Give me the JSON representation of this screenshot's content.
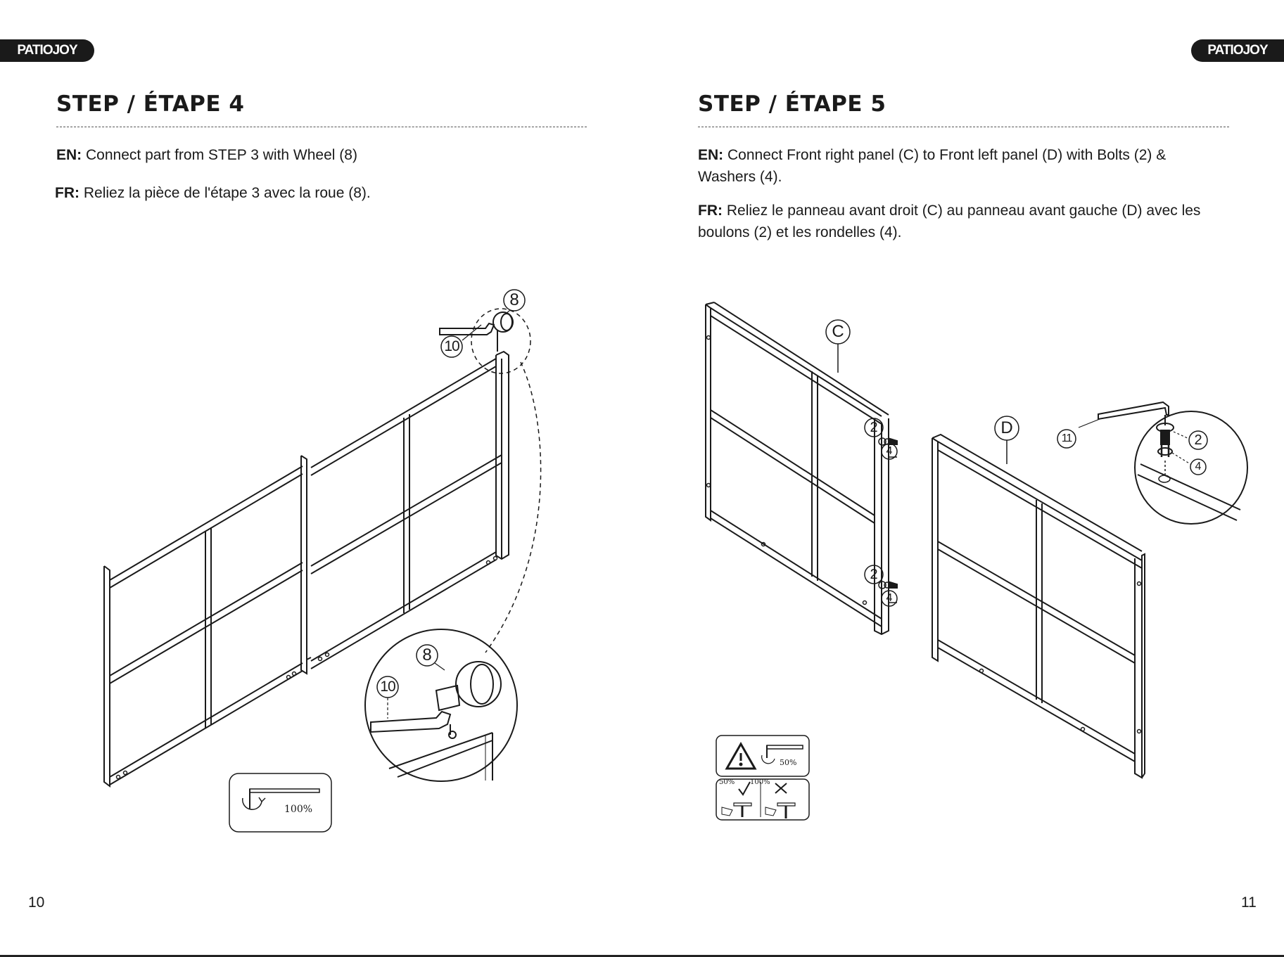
{
  "brand": {
    "logo_text": "PATIOJOY"
  },
  "left_page": {
    "step_title": "STEP / ÉTAPE 4",
    "en_label": "EN:",
    "en_text": "Connect part from STEP 3 with Wheel (8)",
    "fr_label": "FR:",
    "fr_text": "Reliez la pièce de l'étape 3 avec la roue (8).",
    "callouts": {
      "wheel": "8",
      "wrench": "10"
    },
    "torque_label": "100%",
    "page_number": "10"
  },
  "right_page": {
    "step_title": "STEP / ÉTAPE 5",
    "en_label": "EN:",
    "en_text": "Connect Front right panel (C) to Front left panel (D) with Bolts (2) & Washers (4).",
    "fr_label": "FR:",
    "fr_text": "Reliez le panneau avant droit (C) au panneau avant gauche (D) avec les boulons (2) et les rondelles (4).",
    "callouts": {
      "panel_c": "C",
      "panel_d": "D",
      "bolt": "2",
      "washer": "4",
      "hex_key": "11"
    },
    "warning": {
      "torque_label": "50%",
      "check_label": "50%",
      "cross_label": "100%"
    },
    "page_number": "11"
  }
}
